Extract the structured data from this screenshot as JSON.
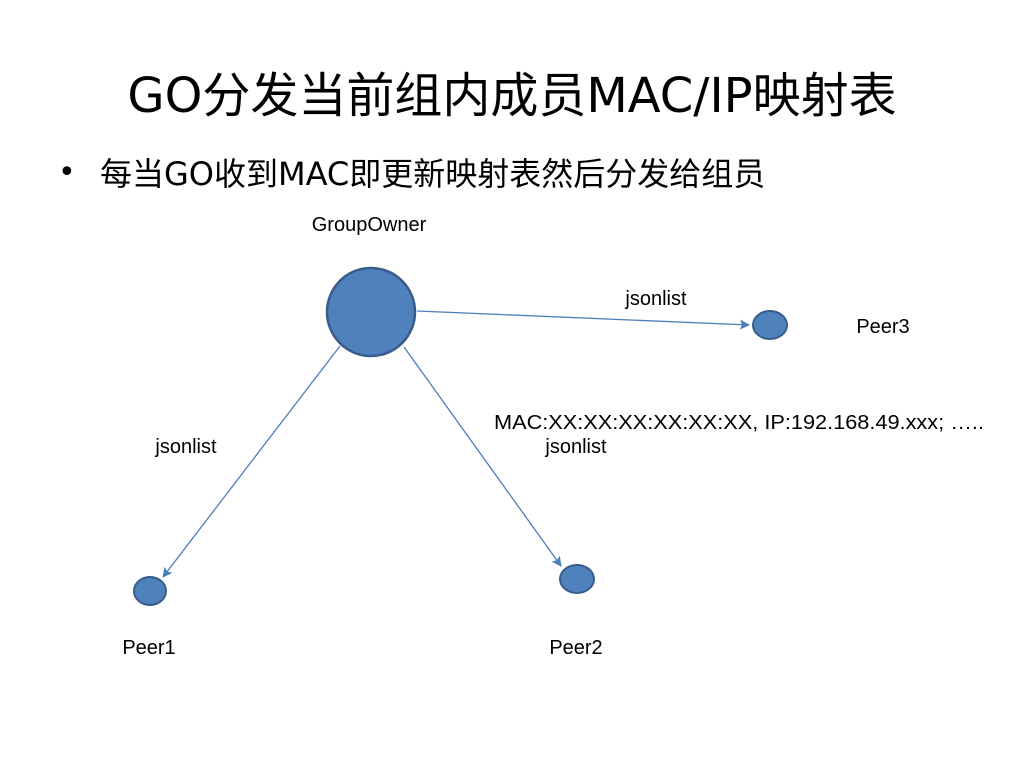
{
  "slide": {
    "title": "GO分发当前组内成员MAC/IP映射表",
    "bullet": "每当GO收到MAC即更新映射表然后分发给组员"
  },
  "diagram": {
    "nodes": {
      "group_owner": {
        "label": "GroupOwner"
      },
      "peer1": {
        "label": "Peer1"
      },
      "peer2": {
        "label": "Peer2"
      },
      "peer3": {
        "label": "Peer3"
      }
    },
    "edges": {
      "to_peer1": {
        "label": "jsonlist"
      },
      "to_peer2": {
        "label": "jsonlist"
      },
      "to_peer3": {
        "label": "jsonlist"
      }
    },
    "mapping_example": "MAC:XX:XX:XX:XX:XX:XX, IP:192.168.49.xxx; ….."
  },
  "colors": {
    "node_fill": "#4f81bd",
    "node_stroke": "#385d8a",
    "edge": "#4a7ebb"
  }
}
